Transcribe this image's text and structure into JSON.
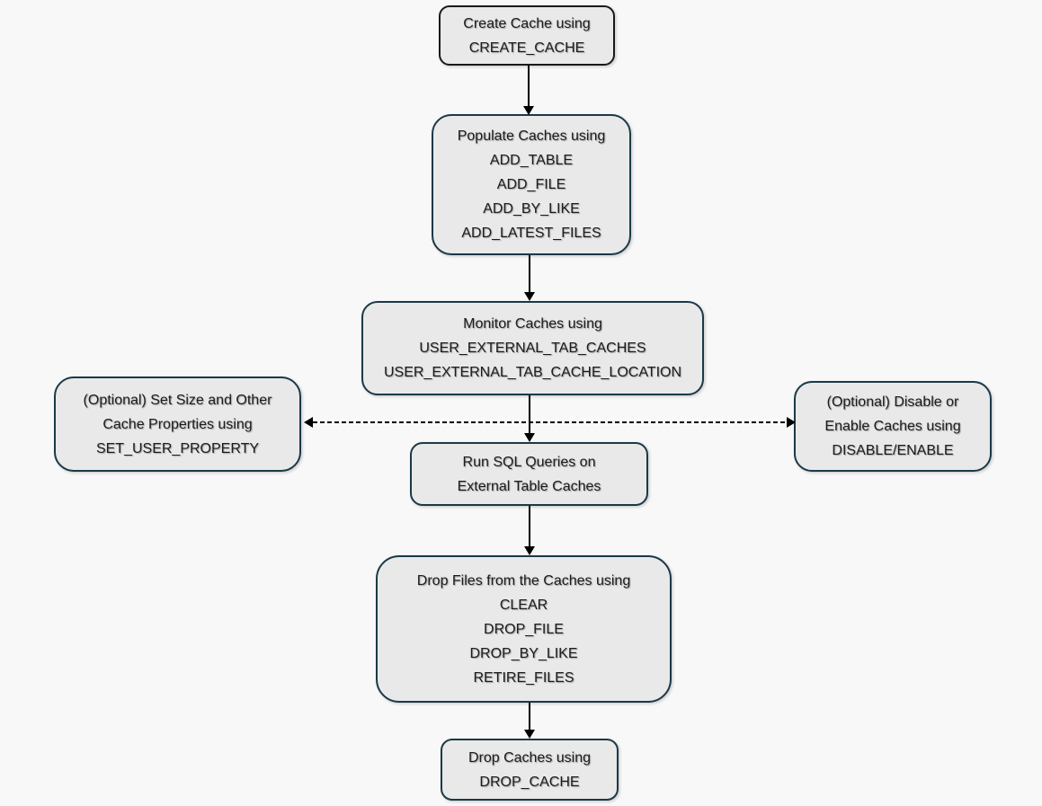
{
  "colors": {
    "page_background": "#f8f8f8",
    "box_fill": "#e9e9e9",
    "box_border": "#1b3948",
    "top_box_border": "#1a1a1a",
    "arrow_color": "#000000",
    "text_color": "#1c1c1c"
  },
  "boxes": [
    {
      "id": "create-cache",
      "lines": [
        "Create Cache using",
        "CREATE_CACHE"
      ]
    },
    {
      "id": "populate-caches",
      "lines": [
        "Populate Caches using",
        "ADD_TABLE",
        "ADD_FILE",
        "ADD_BY_LIKE",
        "ADD_LATEST_FILES"
      ]
    },
    {
      "id": "monitor-caches",
      "lines": [
        "Monitor Caches using",
        "USER_EXTERNAL_TAB_CACHES",
        "USER_EXTERNAL_TAB_CACHE_LOCATION"
      ]
    },
    {
      "id": "set-cache-properties",
      "lines": [
        "(Optional) Set Size and Other",
        "Cache Properties using",
        "SET_USER_PROPERTY"
      ]
    },
    {
      "id": "disable-enable-caches",
      "lines": [
        "(Optional) Disable or",
        "Enable Caches using",
        "DISABLE/ENABLE"
      ]
    },
    {
      "id": "run-sql-queries",
      "lines": [
        "Run SQL Queries on",
        "External Table Caches"
      ]
    },
    {
      "id": "drop-files",
      "lines": [
        "Drop Files from the Caches using",
        "CLEAR",
        "DROP_FILE",
        "DROP_BY_LIKE",
        "RETIRE_FILES"
      ]
    },
    {
      "id": "drop-caches",
      "lines": [
        "Drop Caches using",
        "DROP_CACHE"
      ]
    }
  ],
  "edges": [
    {
      "from": "create-cache",
      "to": "populate-caches",
      "style": "solid-arrow-down"
    },
    {
      "from": "populate-caches",
      "to": "monitor-caches",
      "style": "solid-arrow-down"
    },
    {
      "from": "monitor-caches",
      "to": "run-sql-queries",
      "style": "solid-arrow-down"
    },
    {
      "from": "run-sql-queries",
      "to": "drop-files",
      "style": "solid-arrow-down"
    },
    {
      "from": "drop-files",
      "to": "drop-caches",
      "style": "solid-arrow-down"
    },
    {
      "from": "set-cache-properties",
      "to": "disable-enable-caches",
      "style": "dashed-double-arrow"
    }
  ]
}
